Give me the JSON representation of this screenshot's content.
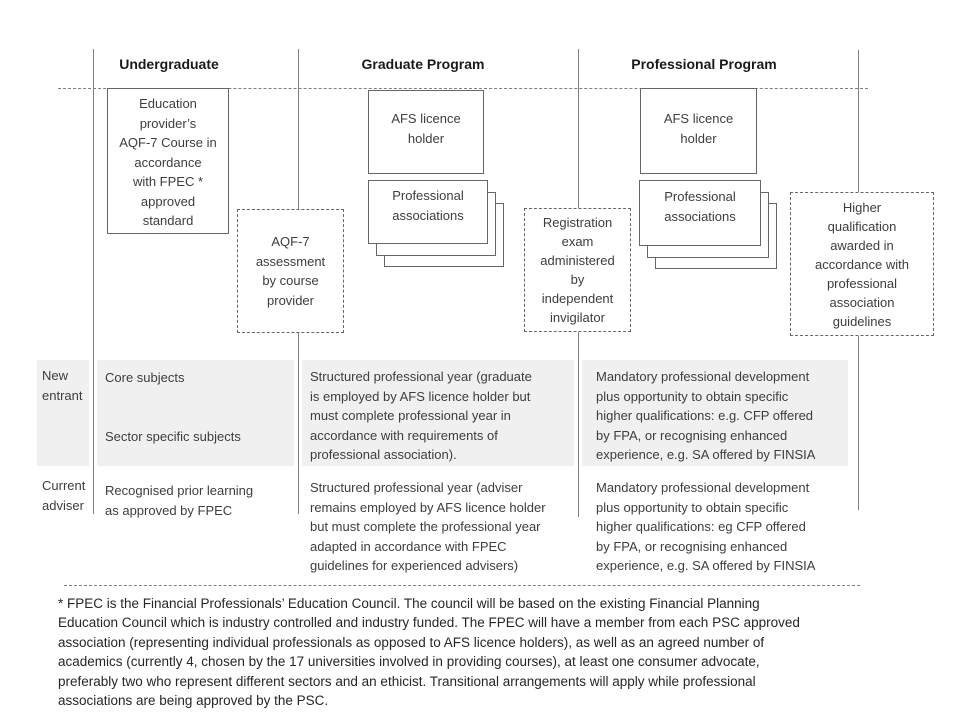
{
  "header": {
    "columns": [
      "Undergraduate",
      "Graduate Program",
      "Professional Program"
    ]
  },
  "boxes": {
    "education_provider": {
      "lines": [
        "Education",
        "provider’s",
        "AQF-7 Course in",
        "accordance",
        "with FPEC *",
        "approved",
        "standard"
      ]
    },
    "aqf7_assessment": {
      "lines": [
        "AQF-7",
        "assessment",
        "by course",
        "provider"
      ]
    },
    "afs_graduate": {
      "lines": [
        "AFS licence",
        "holder"
      ]
    },
    "prof_assoc_graduate": {
      "lines": [
        "Professional",
        "associations"
      ]
    },
    "registration_exam": {
      "lines": [
        "Registration",
        "exam",
        "administered",
        "by",
        "independent",
        "invigilator"
      ]
    },
    "afs_professional": {
      "lines": [
        "AFS licence",
        "holder"
      ]
    },
    "prof_assoc_professional": {
      "lines": [
        "Professional",
        "associations"
      ]
    },
    "higher_qualification": {
      "lines": [
        "Higher",
        "qualification",
        "awarded in",
        "accordance with",
        "professional",
        "association",
        "guidelines"
      ]
    }
  },
  "table": {
    "rows": [
      {
        "label_lines": [
          "New",
          "entrant"
        ],
        "cells": [
          {
            "lines": [
              "Core subjects",
              "",
              "Sector specific  subjects"
            ]
          },
          {
            "lines": [
              "Structured  professional year (graduate",
              "is employed by AFS licence holder but",
              "must complete  professional year in",
              "accordance with requirements  of",
              "professional association)."
            ]
          },
          {
            "lines": [
              "Mandatory  professional development",
              "plus opportunity  to obtain specific",
              "higher qualifications: e.g. CFP offered",
              "by FPA, or recognising enhanced",
              "experience, e.g. SA offered by FINSIA"
            ]
          }
        ]
      },
      {
        "label_lines": [
          "Current",
          "adviser"
        ],
        "cells": [
          {
            "lines": [
              "Recognised prior learning",
              "as approved by FPEC"
            ]
          },
          {
            "lines": [
              "Structured  professional year (adviser",
              "remains employed by AFS licence holder",
              "but must complete  the professional year",
              "adapted in accordance with FPEC",
              "guidelines for experienced advisers)"
            ]
          },
          {
            "lines": [
              "Mandatory  professional development",
              "plus opportunity  to obtain specific",
              "higher qualifications: eg CFP offered",
              "by FPA, or recognising enhanced",
              "experience, e.g. SA offered by FINSIA"
            ]
          }
        ]
      }
    ]
  },
  "footnote": {
    "lines": [
      "* FPEC is the Financial Professionals’ Education Council. The council will be based on the existing Financial Planning",
      "Education Council which  is industry controlled  and industry funded.   The FPEC will have a member  from  each PSC approved",
      "association (representing individual professionals as opposed to  AFS licence holders), as well as an agreed  number  of",
      "academics (currently 4, chosen by the 17 universities involved in providing courses), at least one consumer  advocate,",
      "preferably two who  represent  different sectors  and an ethicist. Transitional arrangements will apply while professional",
      "associations are being approved  by the PSC."
    ]
  },
  "colors": {
    "row_shading": "#f0f0f0",
    "line_gray": "#7f7f7f",
    "border_gray": "#666666",
    "text_dark": "#3d3d3d"
  }
}
